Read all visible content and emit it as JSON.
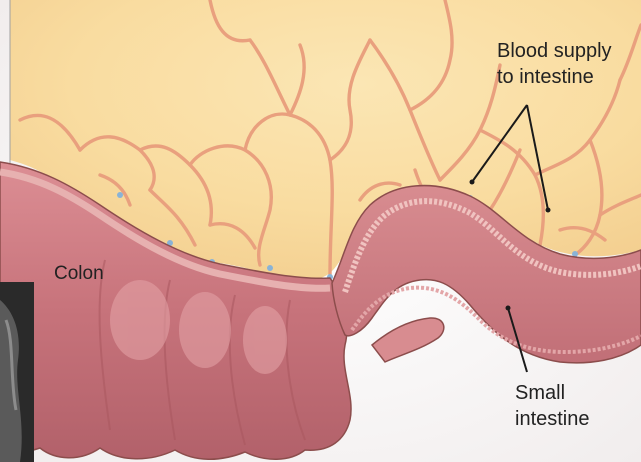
{
  "labels": {
    "blood_supply_line1": "Blood supply",
    "blood_supply_line2": "to intestine",
    "colon": "Colon",
    "small_intestine_line1": "Small",
    "small_intestine_line2": "intestine"
  },
  "colors": {
    "mesentery": "#f9dda0",
    "vessel": "#e9a07e",
    "colon": "#cf7f86",
    "small_intestine": "#cc7d82",
    "wall_outline": "#8c4d4c",
    "xray_inset": "#2a2a2a"
  }
}
